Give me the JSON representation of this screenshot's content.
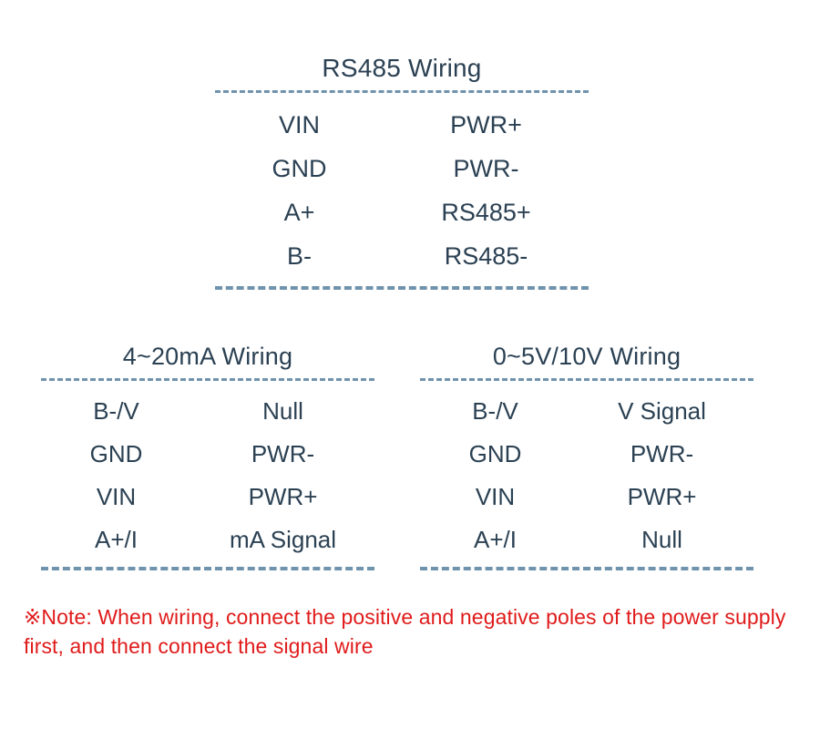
{
  "colors": {
    "text_primary": "#2b4153",
    "dash_rule": "#6f93ad",
    "note_red": "#e01b1b",
    "background": "#ffffff"
  },
  "tables": {
    "rs485": {
      "title": "RS485 Wiring",
      "rows": [
        {
          "terminal": "VIN",
          "signal": "PWR+"
        },
        {
          "terminal": "GND",
          "signal": "PWR-"
        },
        {
          "terminal": "A+",
          "signal": "RS485+"
        },
        {
          "terminal": "B-",
          "signal": "RS485-"
        }
      ]
    },
    "current_loop": {
      "title": "4~20mA Wiring",
      "rows": [
        {
          "terminal": "B-/V",
          "signal": "Null"
        },
        {
          "terminal": "GND",
          "signal": "PWR-"
        },
        {
          "terminal": "VIN",
          "signal": "PWR+"
        },
        {
          "terminal": "A+/I",
          "signal": "mA Signal"
        }
      ]
    },
    "voltage": {
      "title": "0~5V/10V Wiring",
      "rows": [
        {
          "terminal": "B-/V",
          "signal": "V Signal"
        },
        {
          "terminal": "GND",
          "signal": "PWR-"
        },
        {
          "terminal": "VIN",
          "signal": "PWR+"
        },
        {
          "terminal": "A+/I",
          "signal": "Null"
        }
      ]
    }
  },
  "note": {
    "text": "※Note: When wiring, connect the positive and negative poles of the power supply first, and then connect the signal wire"
  }
}
